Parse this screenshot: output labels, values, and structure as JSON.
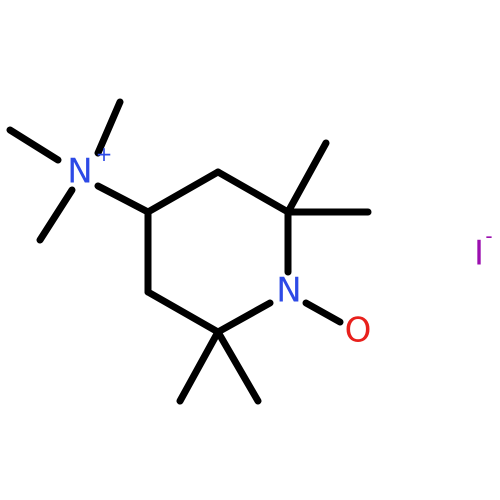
{
  "structure": {
    "atoms": {
      "n_plus": {
        "symbol": "N",
        "charge": "+",
        "color": "#2D4AE6"
      },
      "n_ring": {
        "symbol": "N",
        "color": "#2D4AE6"
      },
      "oxygen": {
        "symbol": "O",
        "color": "#E8201C"
      },
      "iodide": {
        "symbol": "I",
        "charge": "-",
        "color": "#9B0FAF"
      }
    },
    "bond_color": "#000000"
  }
}
